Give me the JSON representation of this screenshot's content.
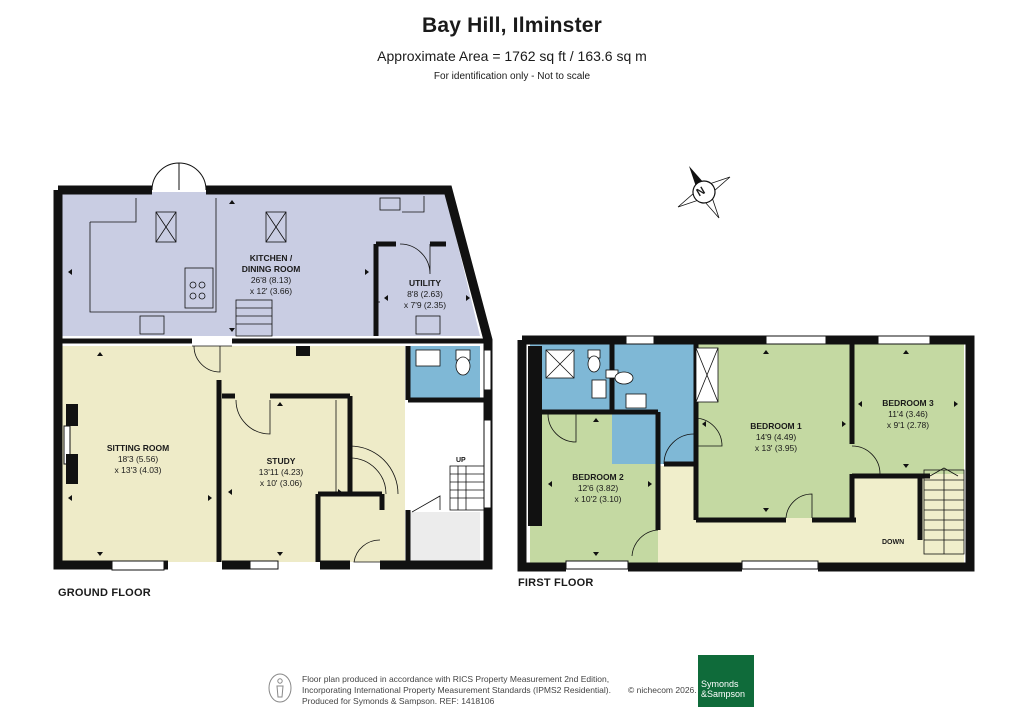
{
  "header": {
    "title": "Bay Hill, Ilminster",
    "subtitle": "Approximate Area = 1762 sq ft / 163.6 sq m",
    "note": "For identification only - Not to scale"
  },
  "compass": {
    "label": "N"
  },
  "ground_floor": {
    "label": "GROUND FLOOR",
    "rooms": {
      "kitchen": {
        "name_line1": "KITCHEN /",
        "name_line2": "DINING ROOM",
        "dim1": "26'8 (8.13)",
        "dim2": "x 12' (3.66)"
      },
      "utility": {
        "name": "UTILITY",
        "dim1": "8'8 (2.63)",
        "dim2": "x 7'9 (2.35)"
      },
      "sitting": {
        "name": "SITTING ROOM",
        "dim1": "18'3 (5.56)",
        "dim2": "x 13'3 (4.03)"
      },
      "study": {
        "name": "STUDY",
        "dim1": "13'11 (4.23)",
        "dim2": "x 10' (3.06)"
      }
    },
    "stairs_label": "UP"
  },
  "first_floor": {
    "label": "FIRST FLOOR",
    "rooms": {
      "bedroom1": {
        "name": "BEDROOM 1",
        "dim1": "14'9 (4.49)",
        "dim2": "x 13' (3.95)"
      },
      "bedroom2": {
        "name": "BEDROOM 2",
        "dim1": "12'6 (3.82)",
        "dim2": "x 10'2 (3.10)"
      },
      "bedroom3": {
        "name": "BEDROOM 3",
        "dim1": "11'4 (3.46)",
        "dim2": "x 9'1 (2.78)"
      }
    },
    "stairs_label": "DOWN"
  },
  "footer": {
    "line1": "Floor plan produced in accordance with RICS Property Measurement 2nd Edition,",
    "line2": "Incorporating International Property Measurement Standards (IPMS2 Residential).",
    "line3": "Produced for Symonds & Sampson.   REF:  1418106",
    "copyright": "© nichecom 2026.",
    "brand_line1": "Symonds",
    "brand_line2": "&Sampson"
  },
  "colors": {
    "kitchen": "#c9cde3",
    "living": "#eeebc8",
    "bedroom": "#c4d9a2",
    "bathroom": "#7fb8d6",
    "hall": "#f0eecb",
    "wall": "#111111",
    "brand": "#0f6b3a"
  }
}
